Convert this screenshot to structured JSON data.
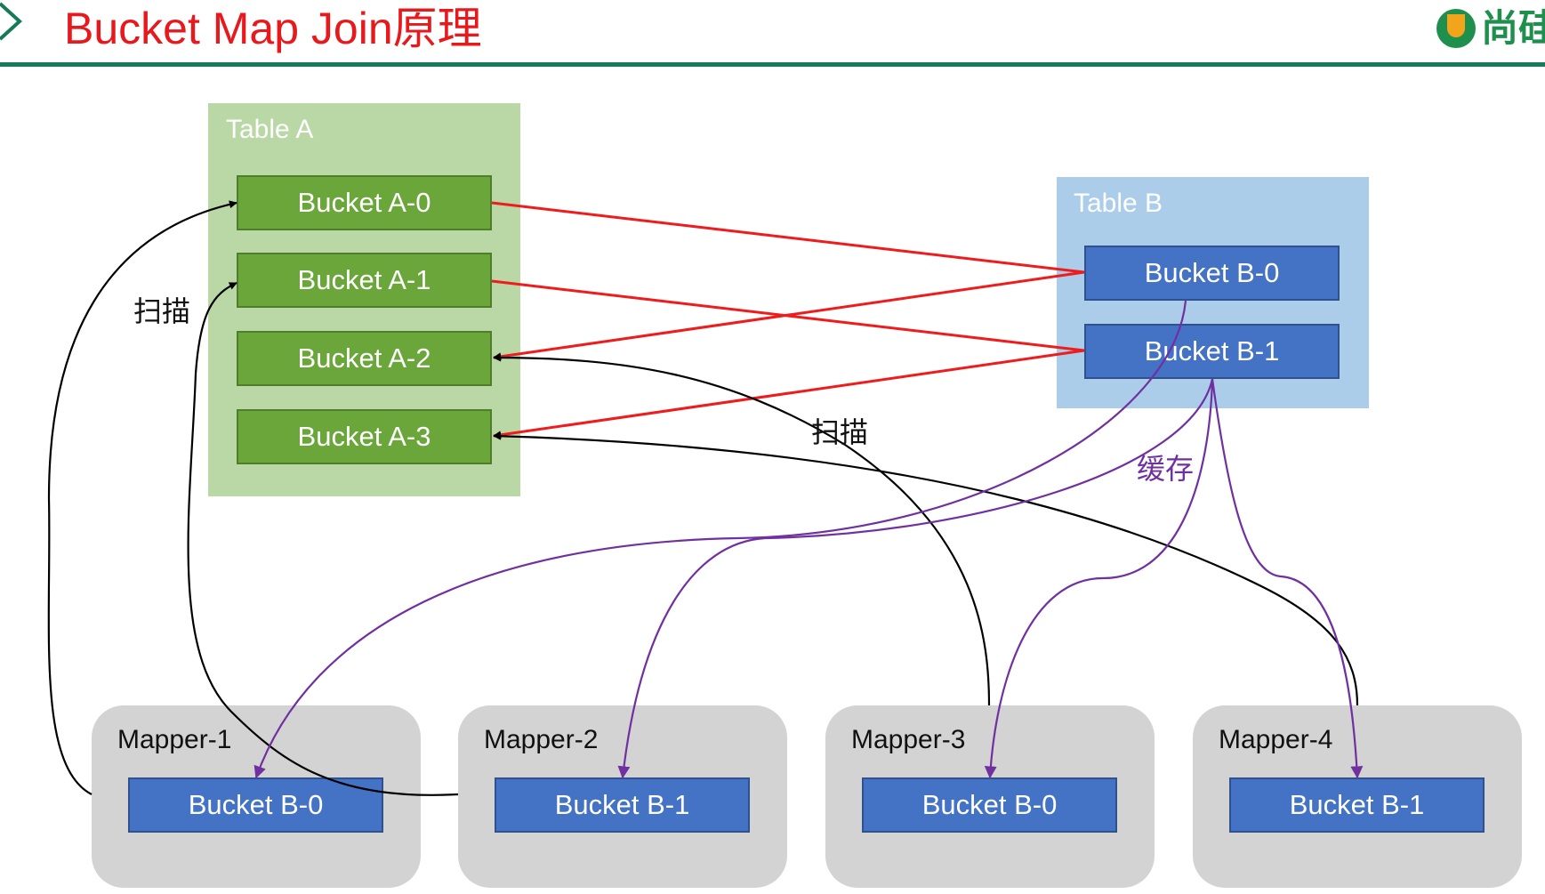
{
  "header": {
    "title": "Bucket Map Join原理",
    "logo_text": "尚硅谷",
    "accent_color": "#157a59",
    "title_color": "#e8191d"
  },
  "diagram": {
    "table_a": {
      "label": "Table A",
      "buckets": [
        "Bucket A-0",
        "Bucket A-1",
        "Bucket A-2",
        "Bucket A-3"
      ]
    },
    "table_b": {
      "label": "Table B",
      "buckets": [
        "Bucket B-0",
        "Bucket B-1"
      ]
    },
    "mappers": [
      {
        "label": "Mapper-1",
        "bucket": "Bucket B-0"
      },
      {
        "label": "Mapper-2",
        "bucket": "Bucket B-1"
      },
      {
        "label": "Mapper-3",
        "bucket": "Bucket B-0"
      },
      {
        "label": "Mapper-4",
        "bucket": "Bucket B-1"
      }
    ],
    "annotations": {
      "scan_left": "扫描",
      "scan_middle": "扫描",
      "cache": "缓存"
    },
    "colors": {
      "join_line": "#ee1c1c",
      "scan_line": "#000000",
      "cache_line": "#7030a0",
      "bucket_a": "#6aa63a",
      "bucket_b": "#4472c4",
      "table_a_bg": "#b9d8a6",
      "table_b_bg": "#abcdea",
      "mapper_bg": "#d3d3d3"
    }
  }
}
